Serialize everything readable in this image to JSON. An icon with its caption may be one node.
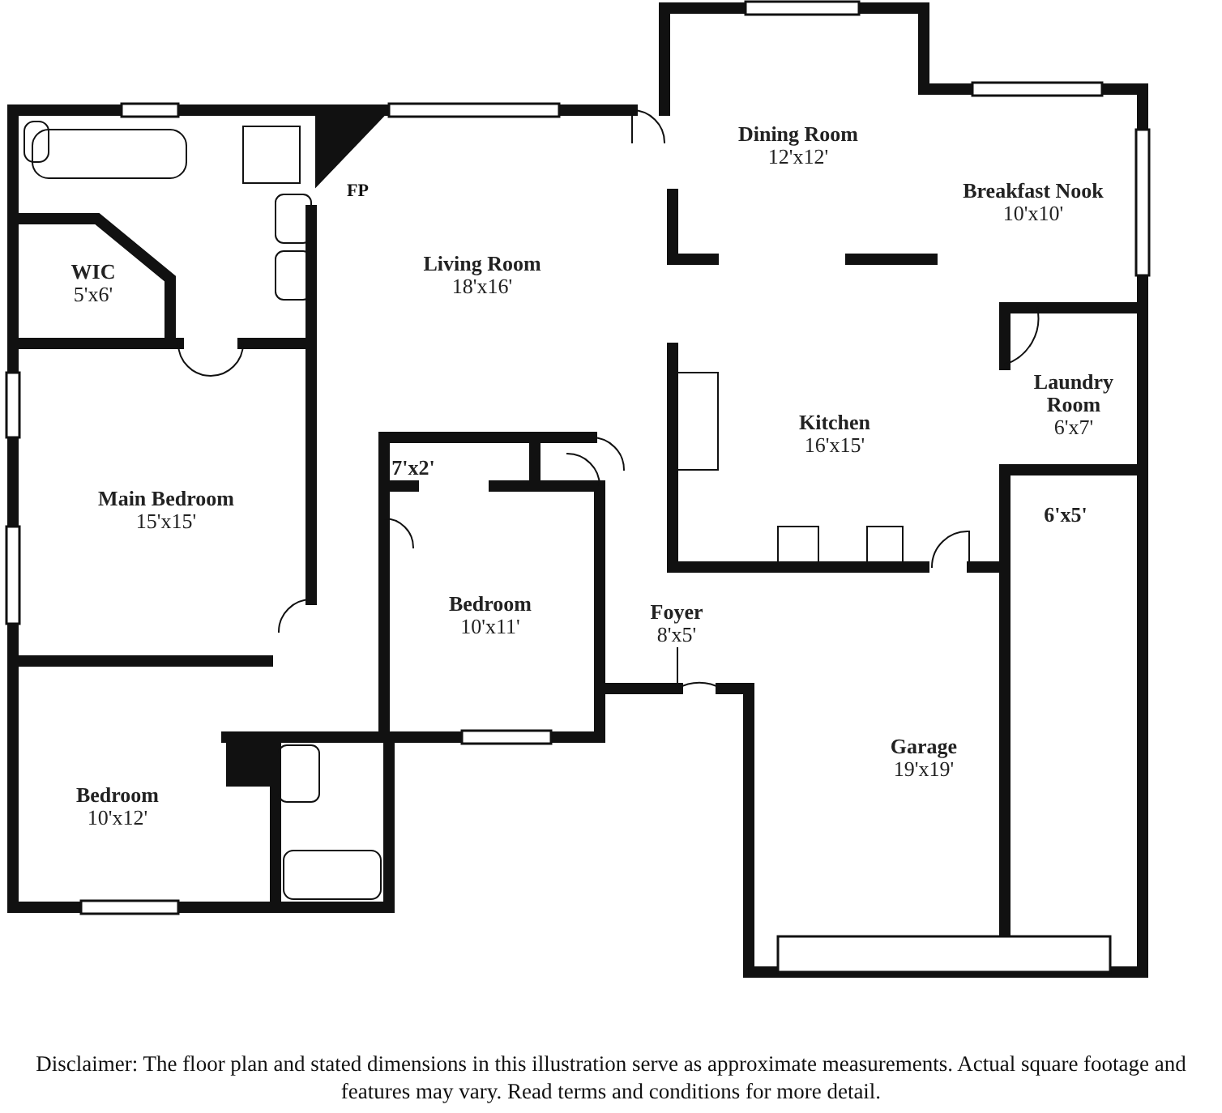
{
  "diagram": {
    "caption": "Disclaimer: The floor plan and stated dimensions in this illustration serve as approximate measurements. Actual square footage and features may vary. Read terms and conditions for more detail.",
    "nodes": [
      {
        "text": [
          "Dining Room",
          "12'x12'"
        ]
      },
      {
        "text": [
          "Breakfast Nook",
          "10'x10'"
        ]
      },
      {
        "text": [
          "WIC",
          "5'x6'"
        ]
      },
      {
        "text": [
          "Living Room",
          "18'x16'"
        ]
      },
      {
        "text": [
          "Laundry Room",
          "6'x7'"
        ]
      },
      {
        "text": [
          "Kitchen",
          "16'x15'"
        ]
      },
      {
        "text": [
          "7'x2'"
        ]
      },
      {
        "text": [
          "Main Bedroom",
          "15'x15'"
        ]
      },
      {
        "text": [
          "6'x5'"
        ]
      },
      {
        "text": [
          "Bedroom",
          "10'x11'"
        ]
      },
      {
        "text": [
          "Foyer",
          "8'x5'"
        ]
      },
      {
        "text": [
          "Garage",
          "19'x19'"
        ]
      },
      {
        "text": [
          "Bedroom",
          "10'x12'"
        ]
      }
    ],
    "labels": [
      "FP"
    ]
  }
}
